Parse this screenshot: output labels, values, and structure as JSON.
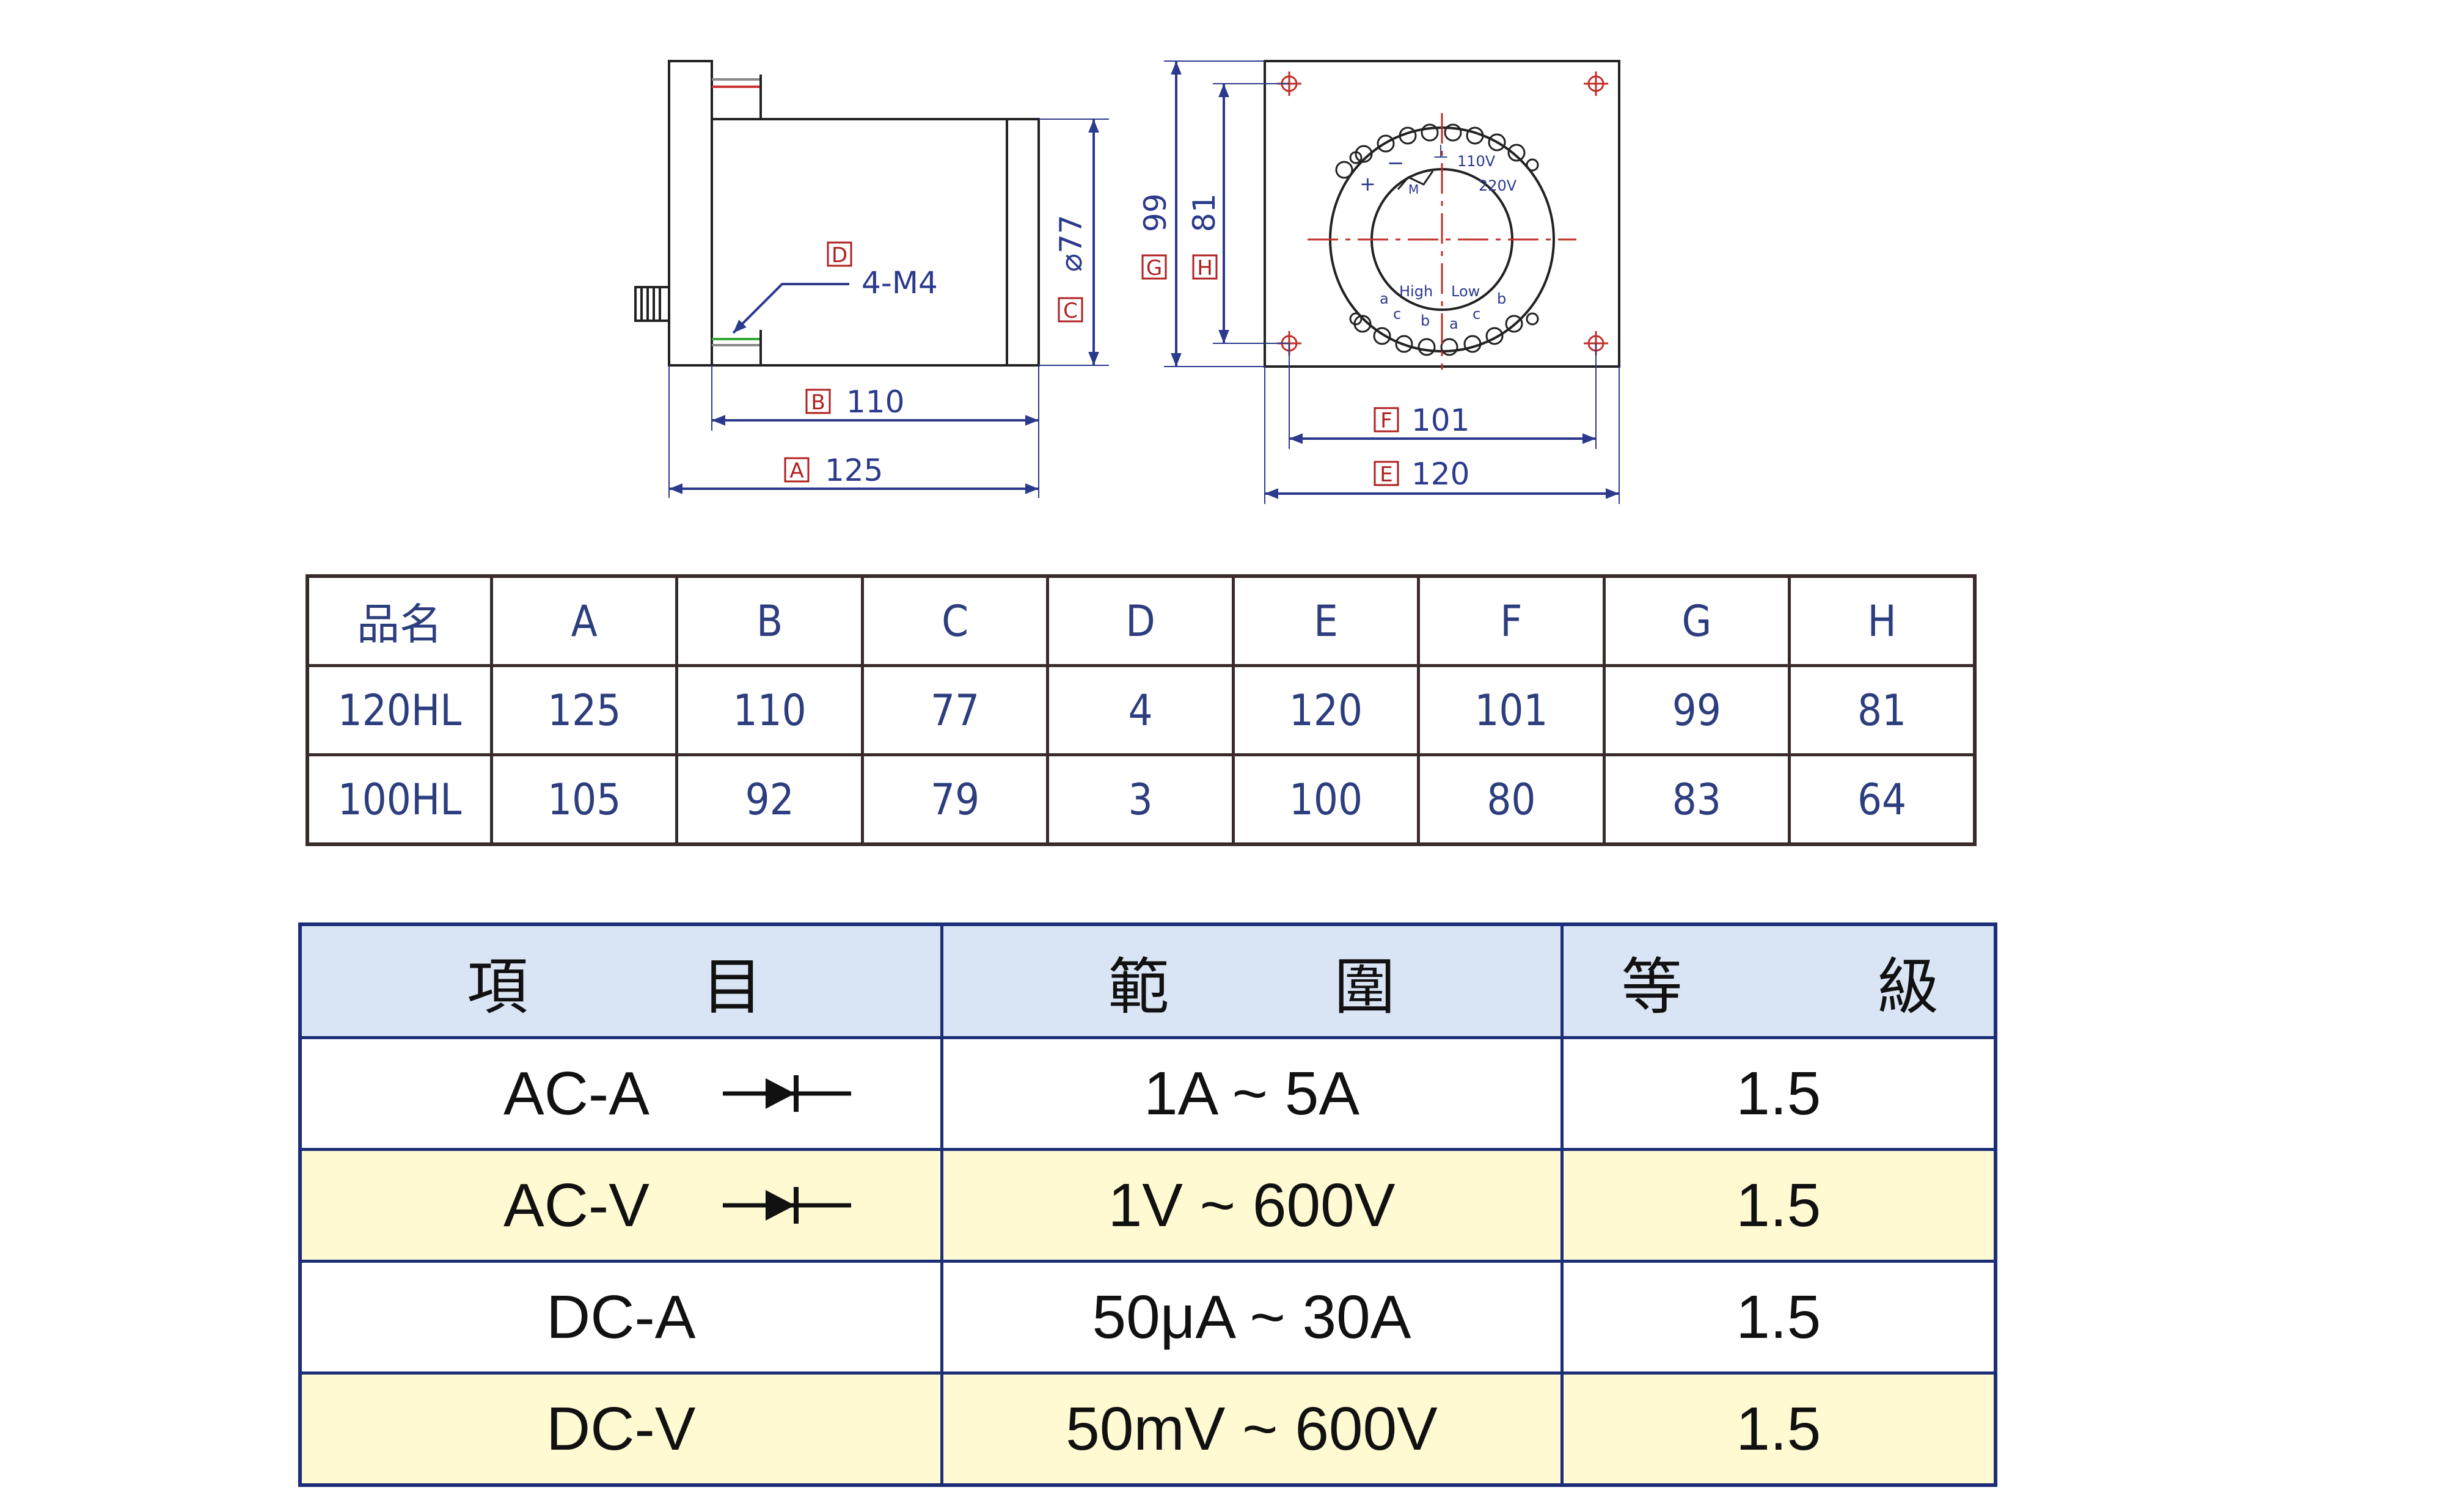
{
  "drawing": {
    "side_view": {
      "dim_A": {
        "code": "A",
        "value": "125"
      },
      "dim_B": {
        "code": "B",
        "value": "110"
      },
      "dim_C": {
        "code": "C",
        "value": "⌀77"
      },
      "dim_D": {
        "code": "D",
        "value": "4-M4"
      }
    },
    "front_view": {
      "dim_G": {
        "code": "G",
        "value": "99"
      },
      "dim_H": {
        "code": "H",
        "value": "81"
      },
      "dim_E": {
        "code": "E",
        "value": "120"
      },
      "dim_F": {
        "code": "F",
        "value": "101"
      },
      "terminal_labels": {
        "v110": "110V",
        "v220": "220V",
        "m": "M",
        "minus": "−",
        "plus": "+",
        "earth": "⊥",
        "high": "High",
        "low": "Low",
        "a_left": "a",
        "c_left": "c",
        "b_left": "b",
        "a_right": "a",
        "c_right": "c",
        "b_right": "b"
      }
    }
  },
  "dim_table": {
    "header": [
      "品名",
      "A",
      "B",
      "C",
      "D",
      "E",
      "F",
      "G",
      "H"
    ],
    "rows": [
      [
        "120HL",
        "125",
        "110",
        "77",
        "4",
        "120",
        "101",
        "99",
        "81"
      ],
      [
        "100HL",
        "105",
        "92",
        "79",
        "3",
        "100",
        "80",
        "83",
        "64"
      ]
    ]
  },
  "spec_table": {
    "header": {
      "item": [
        "項",
        "目"
      ],
      "range": [
        "範",
        "圍"
      ],
      "grade": [
        "等",
        "級"
      ]
    },
    "rows": [
      {
        "item": "AC-A",
        "range": "1A ~ 5A",
        "grade": "1.5",
        "icon": "diode-icon"
      },
      {
        "item": "AC-V",
        "range": "1V ~ 600V",
        "grade": "1.5",
        "icon": "diode-icon"
      },
      {
        "item": "DC-A",
        "range": "50μA ~ 30A",
        "grade": "1.5"
      },
      {
        "item": "DC-V",
        "range": "50mV ~ 600V",
        "grade": "1.5"
      }
    ]
  }
}
